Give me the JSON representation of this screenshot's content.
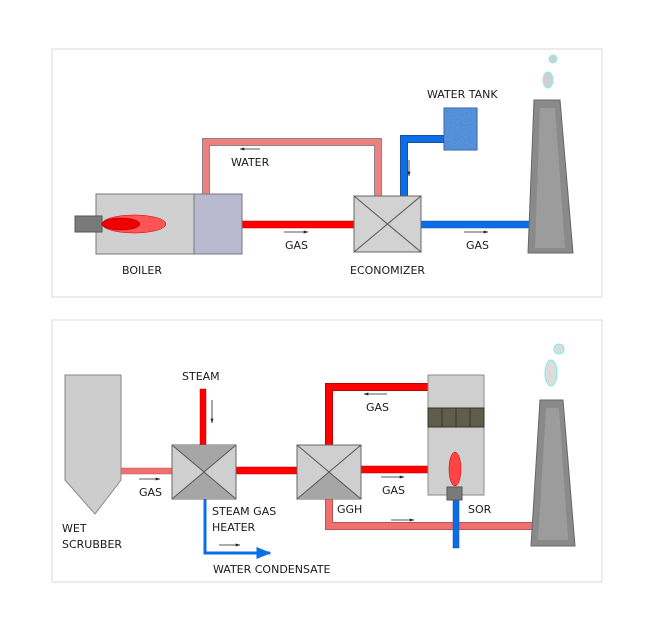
{
  "top": {
    "labels": {
      "water": "WATER",
      "water_tank": "WATER TANK",
      "gas_boiler": "GAS",
      "gas_stack": "GAS",
      "boiler": "BOILER",
      "economizer": "ECONOMIZER"
    }
  },
  "bottom": {
    "labels": {
      "steam": "STEAM",
      "gas_scrubber": "GAS",
      "gas_top_return": "GAS",
      "gas_to_sor": "GAS",
      "wet": "WET",
      "scrubber": "SCRUBBER",
      "steam_gas": "STEAM GAS",
      "heater": "HEATER",
      "ggh": "GGH",
      "sor": "SOR",
      "water_condensate": "WATER CONDENSATE"
    }
  },
  "colors": {
    "hot_gas": "#ff0000",
    "warm_pipe": "#f07070",
    "cold_water": "#0a6ee6",
    "equipment_gray": "#c8c8c8",
    "tank_blue": "#3f86e0",
    "stack_gray": "#8a8a8a"
  }
}
